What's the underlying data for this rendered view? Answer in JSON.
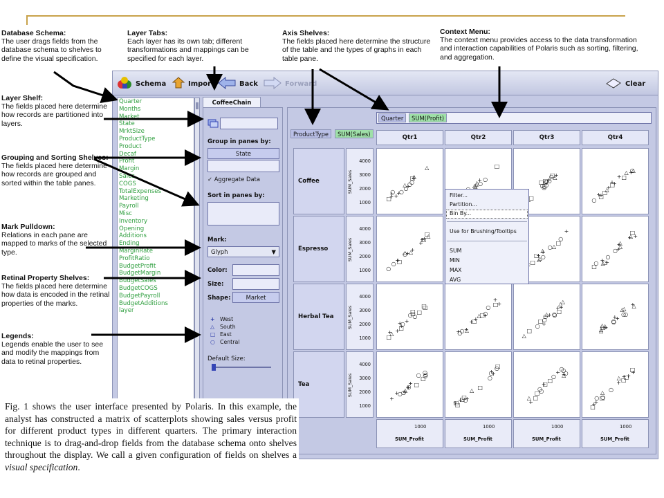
{
  "callouts": {
    "database_schema": {
      "title": "Database Schema:",
      "text": "The user drags fields from the database schema to shelves to define the visual specification."
    },
    "layer_tabs": {
      "title": "Layer Tabs:",
      "text": "Each layer has its own tab; different transformations and mappings can be specified for each layer."
    },
    "axis_shelves": {
      "title": "Axis Shelves:",
      "text": "The fields placed here determine the structure of the table and the types of graphs in each table pane."
    },
    "context_menu": {
      "title": "Context Menu:",
      "text": "The context menu provides access to the data transformation and interaction capabilities of Polaris such as sorting, filtering, and aggregation."
    },
    "layer_shelf": {
      "title": "Layer Shelf:",
      "text": "The fields placed here determine how records are partitioned into layers."
    },
    "grouping_sorting": {
      "title": "Grouping and Sorting Shelves:",
      "text": "The fields placed here determine how records are grouped and sorted within the table panes."
    },
    "mark_pulldown": {
      "title": "Mark Pulldown:",
      "text": "Relations in each pane are mapped to marks of the selected type."
    },
    "retinal_property": {
      "title": "Retinal Property Shelves:",
      "text": "The fields placed here determine how data is encoded in the retinal properties of the marks."
    },
    "legends": {
      "title": "Legends:",
      "text": "Legends enable the user to see and modify the mappings from data to retinal properties."
    }
  },
  "toolbar": {
    "schema": "Schema",
    "import": "Import",
    "back": "Back",
    "forward": "Forward",
    "clear": "Clear"
  },
  "schema_fields": [
    "Quarter",
    "Months",
    "Market",
    "State",
    "MrktSize",
    "ProductType",
    "Product",
    "Decaf",
    "Profit",
    "Margin",
    "Sales",
    "COGS",
    "TotalExpenses",
    "Marketing",
    "Payroll",
    "Misc",
    "Inventory",
    "Opening",
    "Additions",
    "Ending",
    "MarginRate",
    "ProfitRatio",
    "BudgetProfit",
    "BudgetMargin",
    "BudgetSales",
    "BudgetCOGS",
    "BudgetPayroll",
    "BudgetAdditions",
    "layer"
  ],
  "layer_tab": "CoffeeChain",
  "left_panel": {
    "group_label": "Group in panes by:",
    "group_field": "State",
    "aggregate_label": "Aggregate Data",
    "sort_label": "Sort in panes by:",
    "mark_label": "Mark:",
    "mark_value": "Glyph",
    "color_label": "Color:",
    "size_label": "Size:",
    "shape_label": "Shape:",
    "shape_field": "Market",
    "legend": [
      {
        "glyph": "+",
        "label": "West"
      },
      {
        "glyph": "△",
        "label": "South"
      },
      {
        "glyph": "□",
        "label": "East"
      },
      {
        "glyph": "○",
        "label": "Central"
      }
    ],
    "default_size_label": "Default Size:"
  },
  "shelves": {
    "x_fields": [
      "Quarter",
      "SUM(Profit)"
    ],
    "y_fields": [
      "ProductType",
      "SUM(Sales)"
    ]
  },
  "context_menu": {
    "items": [
      "Filter...",
      "Partition...",
      "Bin By...",
      "Use for Brushing/Tooltips",
      "SUM",
      "MIN",
      "MAX",
      "AVG"
    ],
    "selected": "Bin By..."
  },
  "matrix": {
    "columns": [
      "Qtr1",
      "Qtr2",
      "Qtr3",
      "Qtr4"
    ],
    "rows": [
      "Coffee",
      "Espresso",
      "Herbal Tea",
      "Tea"
    ],
    "y_axis_label": "SUM_Sales",
    "y_ticks": [
      "4000",
      "3000",
      "2000",
      "1000"
    ],
    "x_axis_label": "SUM_Profit",
    "x_tick": "1000"
  },
  "caption": {
    "text": "Fig. 1 shows the user interface presented by Polaris. In this example, the analyst has constructed a matrix of scatterplots showing sales versus profit for different product types in different quarters. The primary interaction technique is to drag-and-drop fields from the database schema onto shelves throughout the display. We call a given configuration of fields on shelves a ",
    "italic": "visual specification",
    "end": "."
  }
}
